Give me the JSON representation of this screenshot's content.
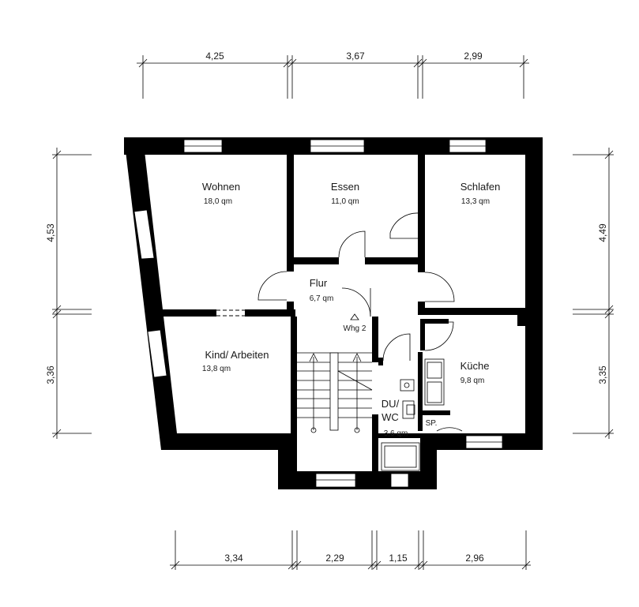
{
  "rooms": {
    "wohnen": {
      "name": "Wohnen",
      "area": "18,0 qm"
    },
    "essen": {
      "name": "Essen",
      "area": "11,0 qm"
    },
    "schlafen": {
      "name": "Schlafen",
      "area": "13,3 qm"
    },
    "flur": {
      "name": "Flur",
      "area": "6,7 qm"
    },
    "kind": {
      "name": "Kind/ Arbeiten",
      "area": "13,8 qm"
    },
    "kueche": {
      "name": "Küche",
      "area": "9,8 qm"
    },
    "duwc": {
      "name_line1": "DU/",
      "name_line2": "WC",
      "area": "3,6 qm"
    },
    "sp": {
      "name": "SP."
    }
  },
  "stair_label": "Whg 2",
  "dimensions": {
    "top": [
      "4,25",
      "3,67",
      "2,99"
    ],
    "bottom": [
      "3,34",
      "2,29",
      "1,15",
      "2,96"
    ],
    "left": [
      "4,53",
      "3,36"
    ],
    "right": [
      "4,49",
      "3,35"
    ]
  }
}
